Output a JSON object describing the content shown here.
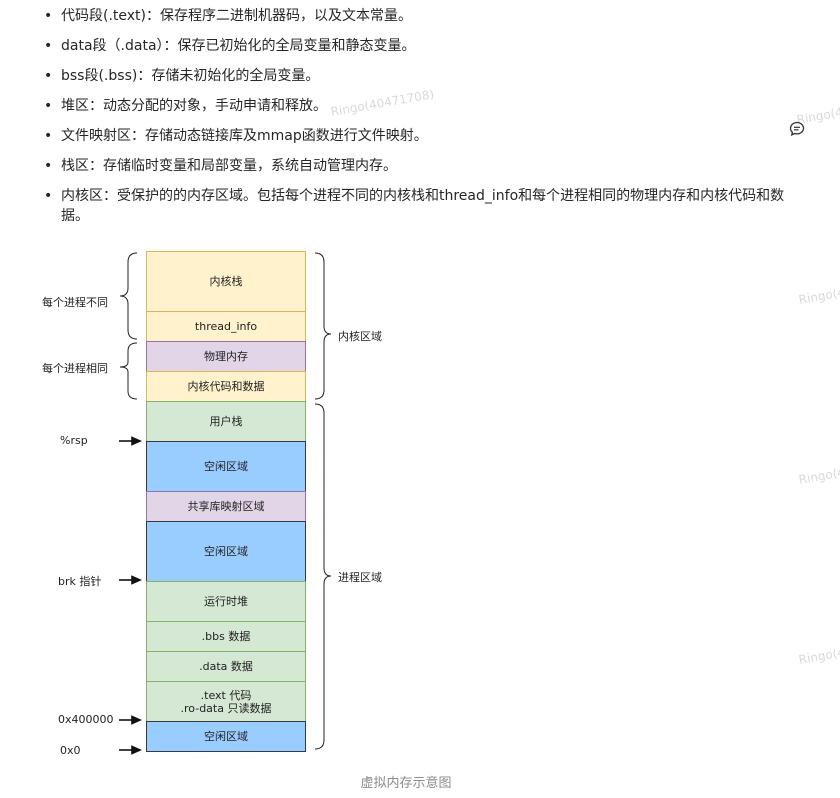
{
  "bullets": [
    "代码段(.text)：保存程序二进制机器码，以及文本常量。",
    "data段（.data）：保存已初始化的全局变量和静态变量。",
    "bss段(.bss)：存储未初始化的全局变量。",
    "堆区：动态分配的对象，手动申请和释放。",
    "文件映射区：存储动态链接库及mmap函数进行文件映射。",
    "栈区：存储临时变量和局部变量，系统自动管理内存。",
    "内核区：受保护的的内存区域。包括每个进程不同的内核栈和thread_info和每个进程相同的物理内存和内核代码和数据。"
  ],
  "watermark": "Ringo(40471708)",
  "diagram": {
    "blocks": [
      {
        "label": "内核栈",
        "color": "yellow"
      },
      {
        "label": "thread_info",
        "color": "yellow"
      },
      {
        "label": "物理内存",
        "color": "purple"
      },
      {
        "label": "内核代码和数据",
        "color": "yellow"
      },
      {
        "label": "用户栈",
        "color": "green"
      },
      {
        "label": "空闲区域",
        "color": "blue"
      },
      {
        "label": "共享库映射区域",
        "color": "purple"
      },
      {
        "label": "空闲区域",
        "color": "blue"
      },
      {
        "label": "运行时堆",
        "color": "green"
      },
      {
        "label": ".bbs 数据",
        "color": "green"
      },
      {
        "label": ".data 数据",
        "color": "green"
      },
      {
        "label": ".text 代码\n.ro-data 只读数据",
        "color": "green"
      },
      {
        "label": "空闲区域",
        "color": "blue"
      }
    ],
    "left_groups": [
      "每个进程不同",
      "每个进程相同"
    ],
    "right_groups": [
      "内核区域",
      "进程区域"
    ],
    "pointers": [
      "%rsp",
      "brk 指针",
      "0x400000",
      "0x0"
    ],
    "colors": {
      "yellow": "#fff2cc",
      "purple": "#e1d5e7",
      "green": "#d5e8d4",
      "blue": "#99ccff"
    }
  },
  "caption": "虚拟内存示意图"
}
